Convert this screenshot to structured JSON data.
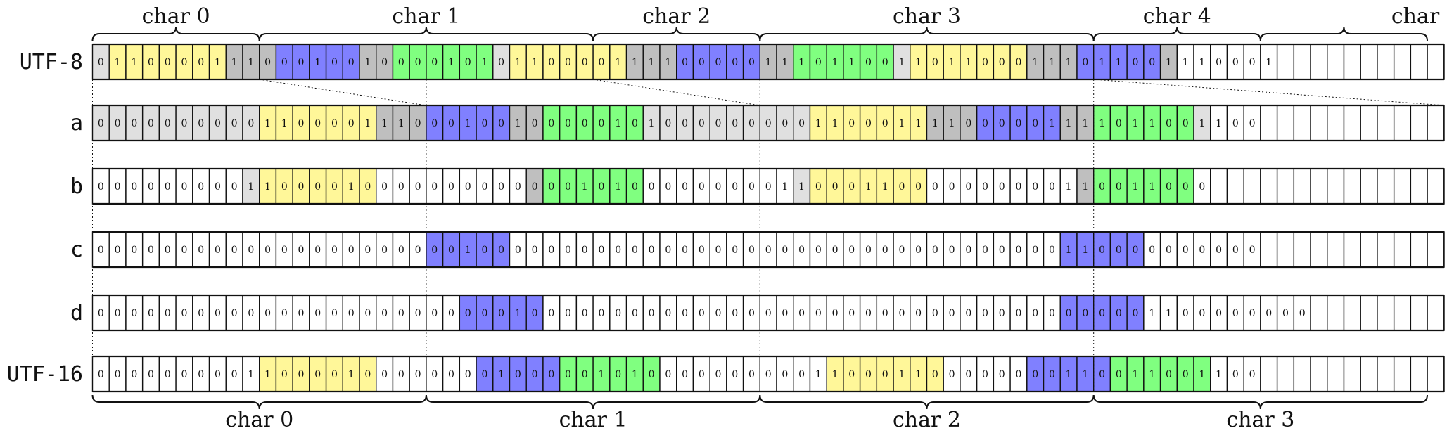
{
  "colors": {
    "white": "#ffffff",
    "light_gray": "#e0e0e0",
    "gray": "#bfbfbf",
    "yellow": "#fff799",
    "blue": "#8080ff",
    "green": "#80ff80",
    "line": "#111111"
  },
  "rows": [
    {
      "label": "UTF-8",
      "bits": "01100001110001001000010101100001111000001110110011011000111011001110001",
      "colors": "LYYYYYYYGGGBBBBBGGNNNNNNLYYYYYYYGGGBBBBBGGNNNNNNLYYYYYYYGGGBBBBBG"
    },
    {
      "label": "a",
      "bits": "0000000000110000111000100100000101000000000110001111000001111011001100",
      "colors": "LLLLLLLLLLYYYYYYYGGGBBBBBGGNNNNNNLLLLLLLLLLYYYYYYYGGGBBBBBGGNNNNNNL"
    },
    {
      "label": "b",
      "bits": "0000000001100001000000000000010100000000011000110000000000110011000",
      "colors": "WWWWWWWWWLYYYYYYYWWWWWWWWWGNNNNNNWWWWWWWWWLYYYYYYYWWWWWWWWWGNNNNNNW"
    },
    {
      "label": "c",
      "bits": "0000000000000000000000100000000000000000000000000000000000110000000000",
      "colors": "WWWWWWWWWWWWWWWWWWWWBBBBBWWWWWWWWWWWWWWWWWWWWWWWWWWWWWWWWWBBBBBWWWWWWWWW"
    },
    {
      "label": "d",
      "bits": "0000000000000000000000000100000000000000000000000000000000000001100000000",
      "colors": "WWWWWWWWWWWWWWWWWWWWWWBBBBBWWWWWWWWWWWWWWWWWWWWWWWWWWWWWWWBBBBBWWWWWWWW"
    },
    {
      "label": "UTF-16",
      "bits": "0000000001100001000000001000001010000000000110001100000000110011001100",
      "colors": "WWWWWWWWWWYYYYYYYWWWWWWBBBBBNNNNNNWWWWWWWWWWYYYYYYYWWWWWBBBBBNNNNNNW"
    }
  ],
  "top_chars": [
    "char 0",
    "char 1",
    "char 2",
    "char 3",
    "char 4",
    "char"
  ],
  "bottom_chars": [
    "char 0",
    "char 1",
    "char 2",
    "char 3"
  ]
}
